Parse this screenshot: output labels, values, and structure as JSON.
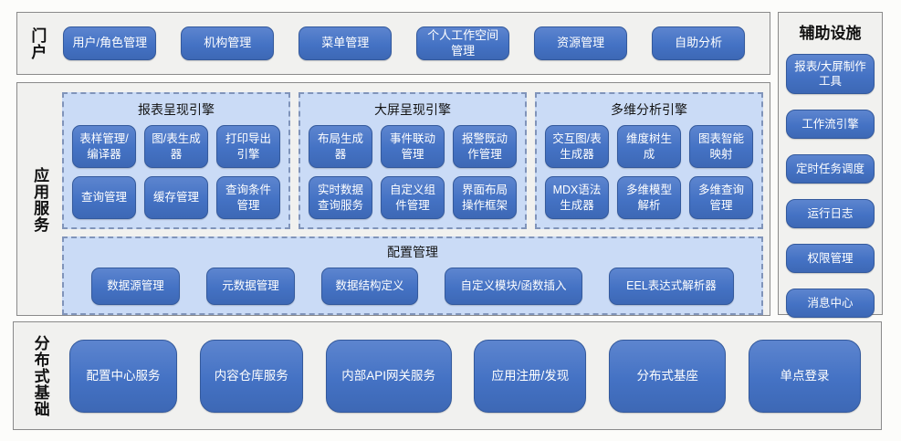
{
  "colors": {
    "node_blue": "#4472C4",
    "node_border": "#33599C",
    "panel_light_blue": "#CADBF6",
    "panel_dashed_border": "#8094BA",
    "section_bg": "#F1F1EF",
    "section_border": "#8A8A8A"
  },
  "portal": {
    "label": "门户",
    "items": [
      "用户/角色管理",
      "机构管理",
      "菜单管理",
      "个人工作空间管理",
      "资源管理",
      "自助分析"
    ]
  },
  "app_services": {
    "label": "应用服务",
    "engines": [
      {
        "title": "报表呈现引擎",
        "items": [
          "表样管理/编译器",
          "图/表生成器",
          "打印导出引擎",
          "查询管理",
          "缓存管理",
          "查询条件管理"
        ]
      },
      {
        "title": "大屏呈现引擎",
        "items": [
          "布局生成器",
          "事件联动管理",
          "报警既动作管理",
          "实时数据查询服务",
          "自定义组件管理",
          "界面布局操作框架"
        ]
      },
      {
        "title": "多维分析引擎",
        "items": [
          "交互图/表生成器",
          "维度树生成",
          "图表智能映射",
          "MDX语法生成器",
          "多维模型解析",
          "多维查询管理"
        ]
      }
    ],
    "config": {
      "title": "配置管理",
      "items": [
        "数据源管理",
        "元数据管理",
        "数据结构定义",
        "自定义模块/函数插入",
        "EEL表达式解析器"
      ]
    }
  },
  "auxiliary": {
    "title": "辅助设施",
    "items": [
      "报表/大屏制作工具",
      "工作流引擎",
      "定时任务调度",
      "运行日志",
      "权限管理",
      "消息中心"
    ]
  },
  "distributed": {
    "label": "分布式基础",
    "items": [
      "配置中心服务",
      "内容仓库服务",
      "内部API网关服务",
      "应用注册/发现",
      "分布式基座",
      "单点登录"
    ]
  }
}
